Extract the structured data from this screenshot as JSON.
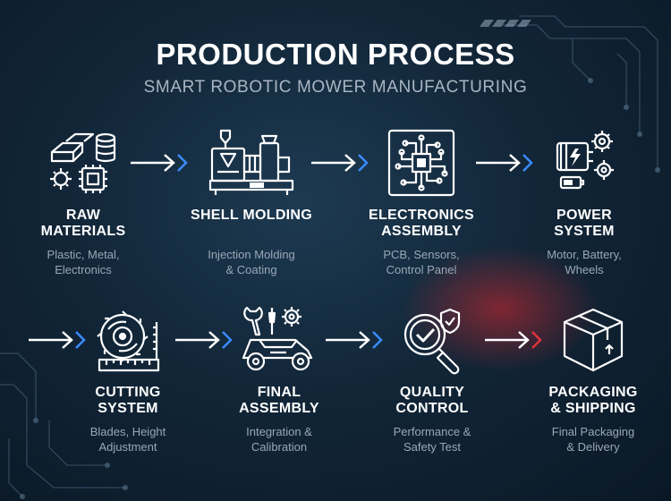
{
  "header": {
    "title": "PRODUCTION PROCESS",
    "subtitle": "SMART ROBOTIC MOWER MANUFACTURING"
  },
  "steps": [
    {
      "title": "RAW\nMATERIALS",
      "desc": "Plastic, Metal,\nElectronics",
      "icon": "raw-materials-icon"
    },
    {
      "title": "SHELL MOLDING",
      "desc": "Injection Molding\n& Coating",
      "icon": "molding-machine-icon"
    },
    {
      "title": "ELECTRONICS\nASSEMBLY",
      "desc": "PCB, Sensors,\nControl Panel",
      "icon": "circuit-board-icon"
    },
    {
      "title": "POWER\nSYSTEM",
      "desc": "Motor, Battery,\nWheels",
      "icon": "motor-gear-icon"
    },
    {
      "title": "CUTTING\nSYSTEM",
      "desc": "Blades, Height\nAdjustment",
      "icon": "blade-icon"
    },
    {
      "title": "FINAL\nASSEMBLY",
      "desc": "Integration &\nCalibration",
      "icon": "mower-tools-icon"
    },
    {
      "title": "QUALITY\nCONTROL",
      "desc": "Performance &\nSafety Test",
      "icon": "magnifier-check-icon"
    },
    {
      "title": "PACKAGING\n& SHIPPING",
      "desc": "Final Packaging\n& Delivery",
      "icon": "box-icon"
    }
  ],
  "colors": {
    "accent_blue": "#3a8cff",
    "accent_red": "#e0353a",
    "text_muted": "#9aa8b6"
  }
}
